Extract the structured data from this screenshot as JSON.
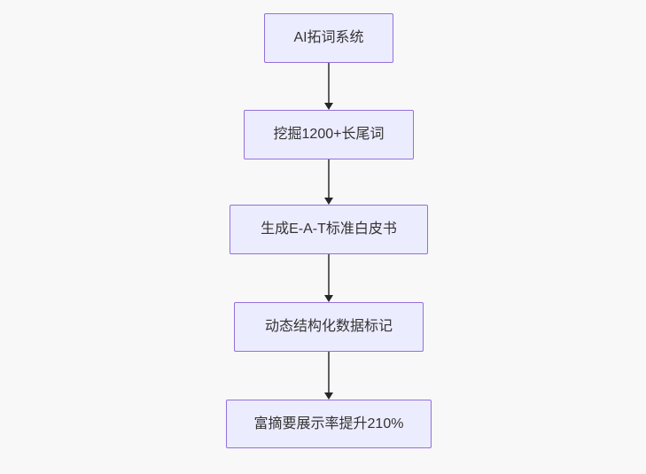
{
  "diagram": {
    "type": "flowchart",
    "direction": "top-down",
    "background_color": "#f8f8f8",
    "node_fill_color": "#ECECFF",
    "node_border_color": "#9370DB",
    "node_text_color": "#333333",
    "edge_line_color": "#5f5f5f",
    "arrowhead_color": "#262626",
    "nodes": [
      {
        "id": "n1",
        "label": "AI拓词系统"
      },
      {
        "id": "n2",
        "label": "挖掘1200+长尾词"
      },
      {
        "id": "n3",
        "label": "生成E-A-T标准白皮书"
      },
      {
        "id": "n4",
        "label": "动态结构化数据标记"
      },
      {
        "id": "n5",
        "label": "富摘要展示率提升210%"
      }
    ],
    "edges": [
      {
        "from": "n1",
        "to": "n2"
      },
      {
        "from": "n2",
        "to": "n3"
      },
      {
        "from": "n3",
        "to": "n4"
      },
      {
        "from": "n4",
        "to": "n5"
      }
    ]
  }
}
